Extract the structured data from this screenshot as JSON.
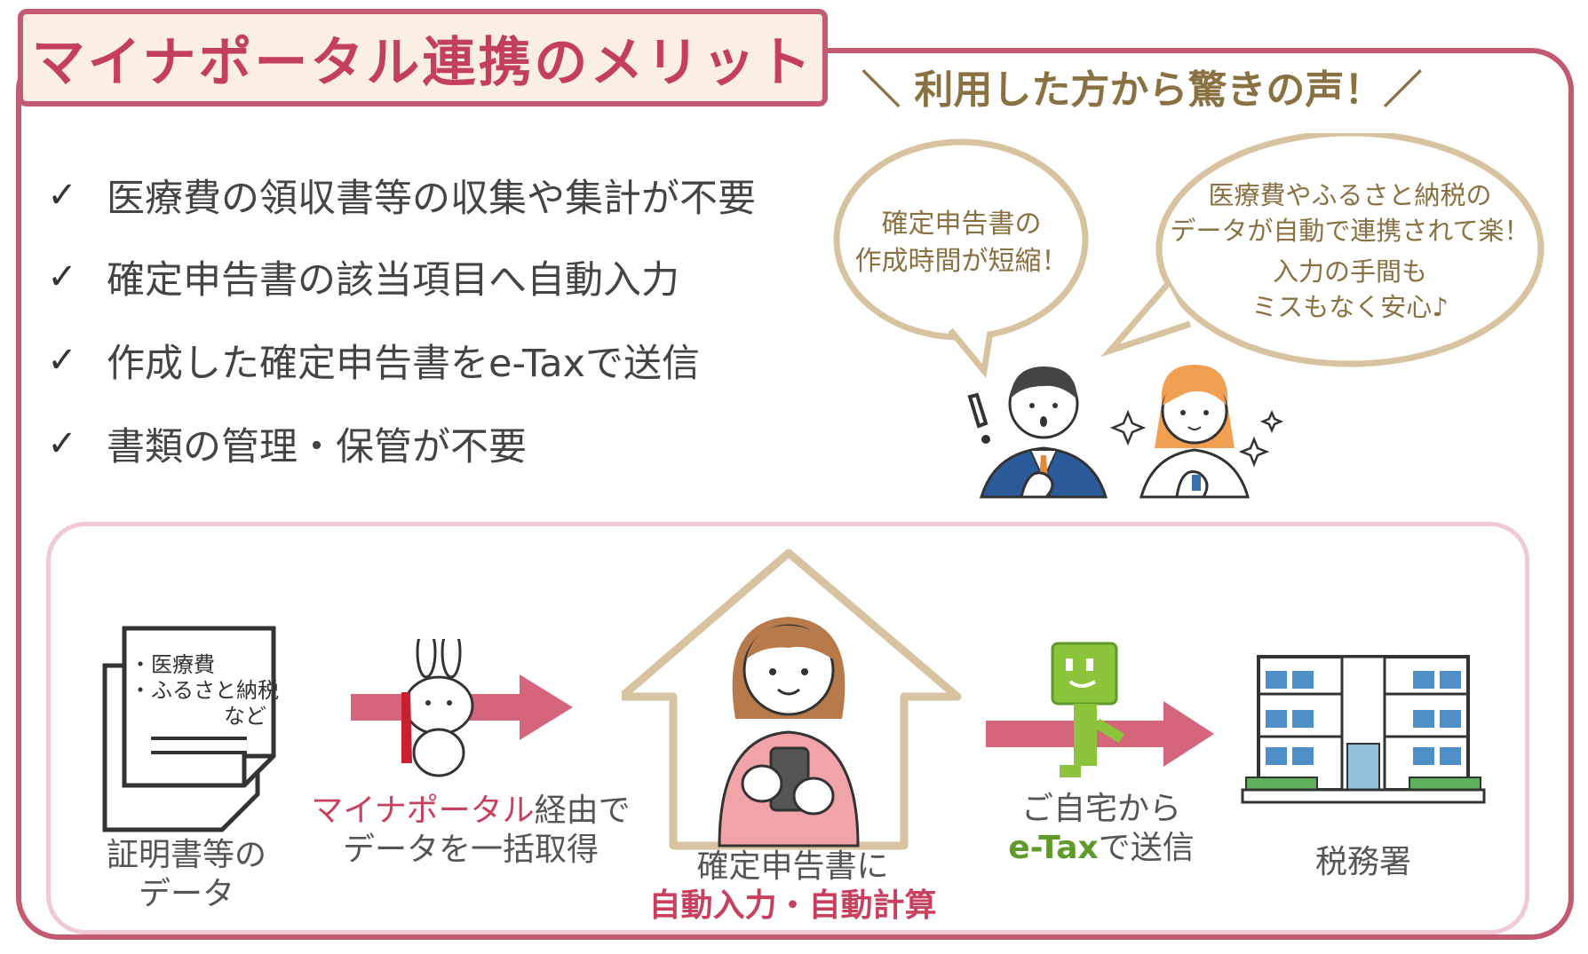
{
  "title": "マイナポータル連携のメリット",
  "voices_header": "＼ 利用した方から驚きの声！／",
  "benefits": [
    "医療費の領収書等の収集や集計が不要",
    "確定申告書の該当項目へ自動入力",
    "作成した確定申告書をe-Taxで送信",
    "書類の管理・保管が不要"
  ],
  "bubble_left": {
    "line1": "確定申告書の",
    "line2": "作成時間が短縮！"
  },
  "bubble_right": {
    "line1": "医療費やふるさと納税の",
    "line2": "データが自動で連携されて楽！",
    "line3": "入力の手間も",
    "line4": "ミスもなく安心♪"
  },
  "document": {
    "line1": "・医療費",
    "line2": "・ふるさと納税",
    "line3": "など",
    "caption1": "証明書等の",
    "caption2": "データ"
  },
  "portal": {
    "highlight": "マイナポータル",
    "suffix": "経由で",
    "line2": "データを一括取得"
  },
  "home": {
    "line1": "確定申告書に",
    "highlight": "自動入力・自動計算"
  },
  "etax": {
    "line1": "ご自宅から",
    "highlight": "e-Tax",
    "suffix": "で送信"
  },
  "office": {
    "label": "税務署"
  },
  "colors": {
    "accent": "#c45a72",
    "title_bg": "#fbeee2",
    "bubble_border": "#d8c3a0",
    "arrow": "#d4657a",
    "etax_green": "#8cc43c"
  }
}
